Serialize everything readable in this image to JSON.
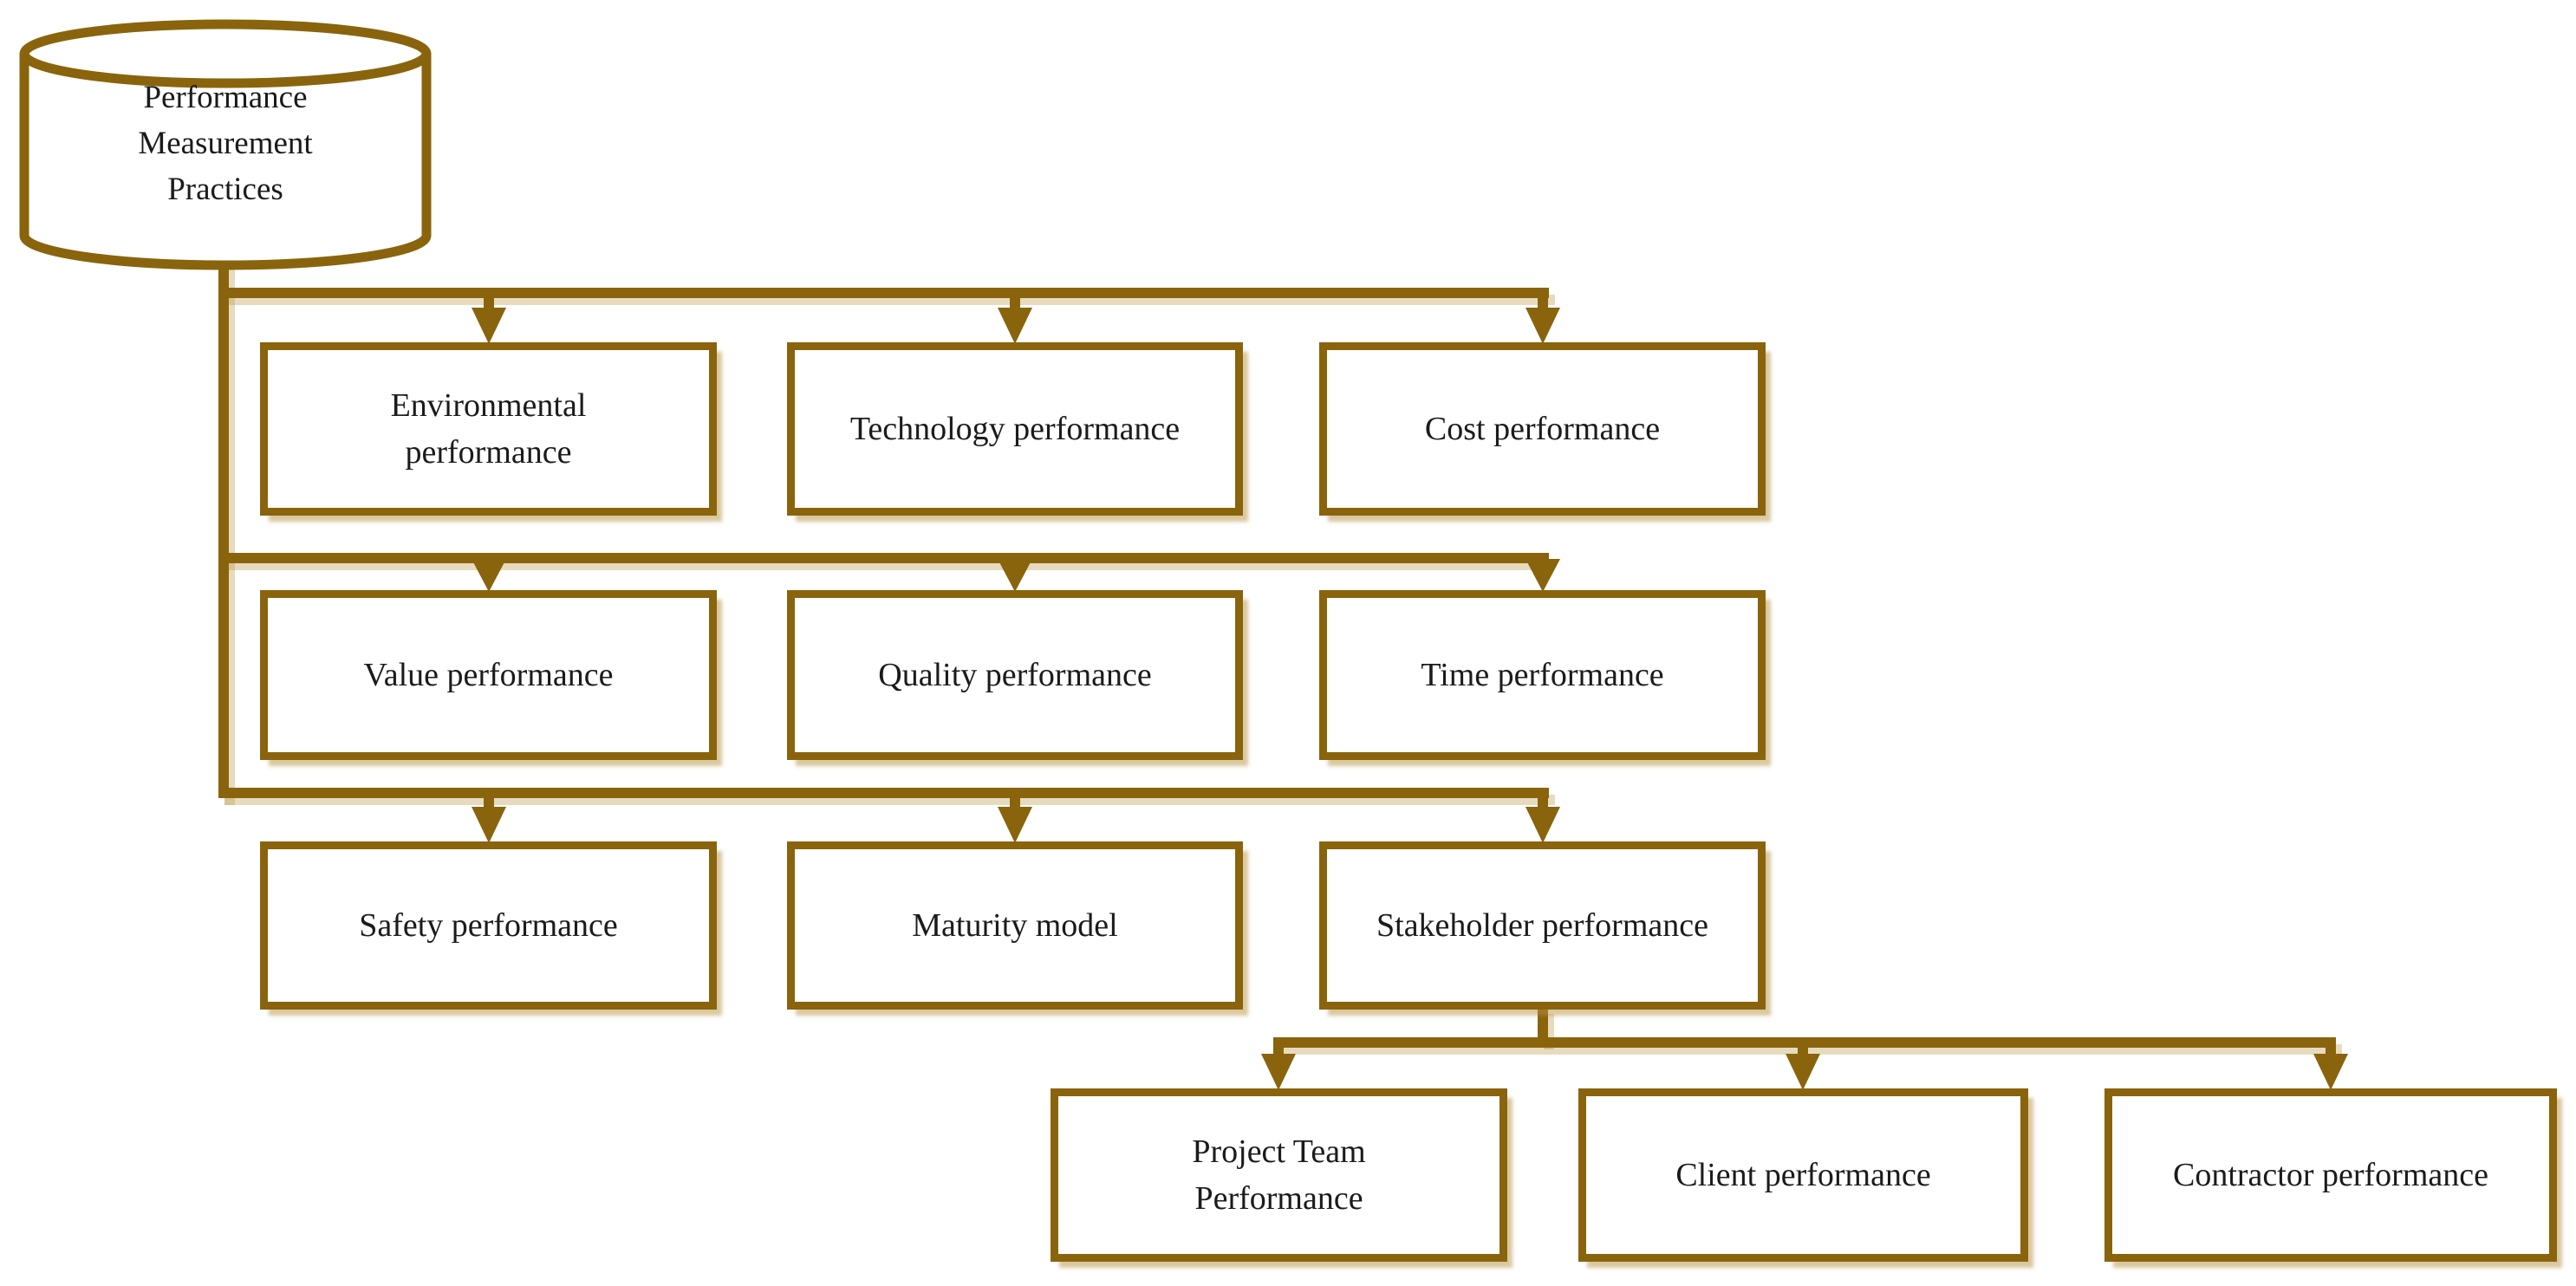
{
  "figure": {
    "type": "hierarchy-diagram",
    "root": {
      "label": "Performance Measurement Practices",
      "shape": "database-cylinder"
    },
    "levels": [
      {
        "nodes": [
          {
            "label": "Environmental performance"
          },
          {
            "label": "Technology performance"
          },
          {
            "label": "Cost performance"
          }
        ]
      },
      {
        "nodes": [
          {
            "label": "Value performance"
          },
          {
            "label": "Quality performance"
          },
          {
            "label": "Time performance"
          }
        ]
      },
      {
        "nodes": [
          {
            "label": "Safety performance"
          },
          {
            "label": "Maturity model"
          },
          {
            "label": "Stakeholder performance"
          }
        ]
      },
      {
        "parent": "Stakeholder performance",
        "nodes": [
          {
            "label": "Project Team Performance"
          },
          {
            "label": "Client performance"
          },
          {
            "label": "Contractor performance"
          }
        ]
      }
    ],
    "colors": {
      "line": "#8a640c",
      "text": "#1b1b1b",
      "fill": "#ffffff"
    }
  }
}
